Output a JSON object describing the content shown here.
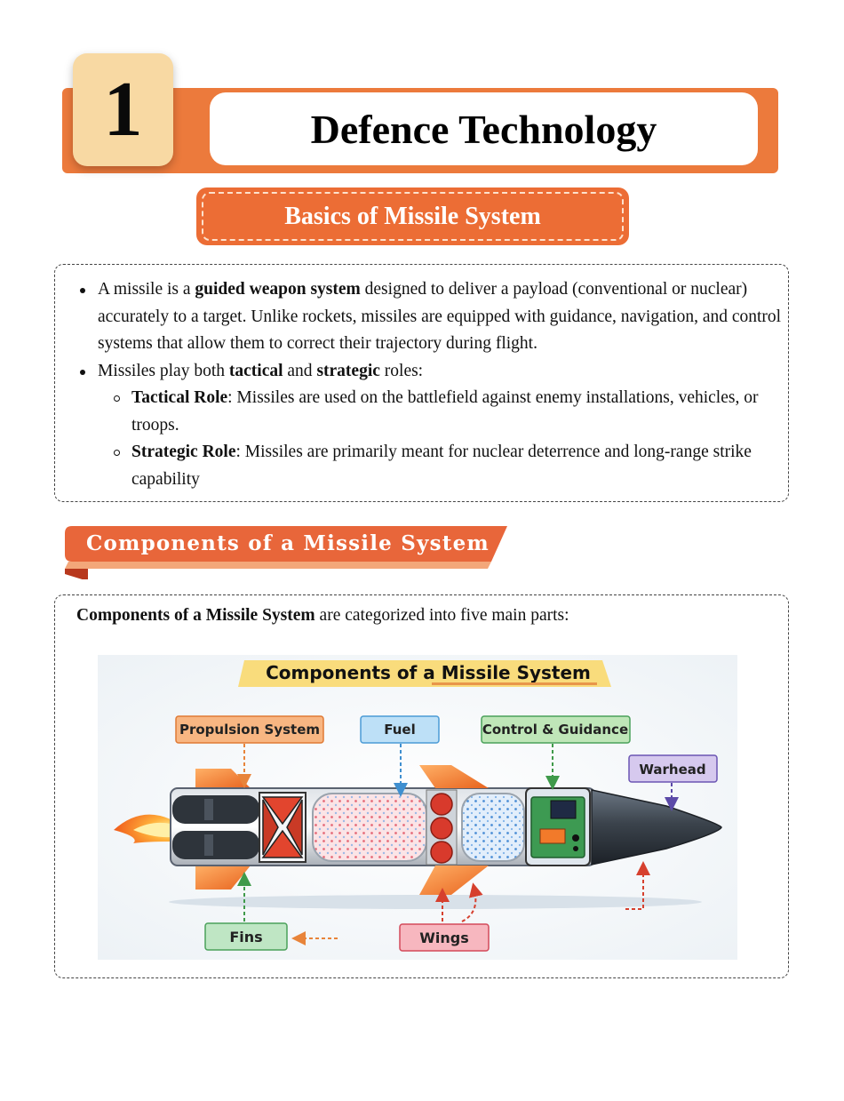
{
  "chapter": {
    "number": "1",
    "title": "Defence Technology"
  },
  "section_basics": {
    "title": "Basics of Missile System",
    "bullets": [
      {
        "parts": [
          {
            "text": "A missile is a ",
            "bold": false
          },
          {
            "text": "guided weapon system",
            "bold": true
          },
          {
            "text": " designed to deliver a payload (conventional or nuclear) accurately to a target. Unlike rockets, missiles are equipped with guidance, navigation, and control systems that allow them to correct their trajectory during flight.",
            "bold": false
          }
        ],
        "sub": []
      },
      {
        "parts": [
          {
            "text": "Missiles play both ",
            "bold": false
          },
          {
            "text": "tactical",
            "bold": true
          },
          {
            "text": " and ",
            "bold": false
          },
          {
            "text": "strategic",
            "bold": true
          },
          {
            "text": " roles:",
            "bold": false
          }
        ],
        "sub": [
          [
            {
              "text": "Tactical Role",
              "bold": true
            },
            {
              "text": ": Missiles are used on the battlefield against enemy installations, vehicles, or troops.",
              "bold": false
            }
          ],
          [
            {
              "text": "Strategic Role",
              "bold": true
            },
            {
              "text": ": Missiles are primarily meant for nuclear deterrence and long-range strike capability",
              "bold": false
            }
          ]
        ]
      }
    ]
  },
  "section_components": {
    "title": "Components of a Missile System",
    "intro_bold": "Components of a Missile System",
    "intro_rest": " are categorized into five main parts:",
    "diagram": {
      "title_prefix": "Components of a ",
      "title_highlight": "Missile System",
      "labels": {
        "propulsion": "Propulsion System",
        "fuel": "Fuel",
        "control": "Control & Guidance",
        "warhead": "Warhead",
        "fins": "Fins",
        "wings": "Wings"
      }
    }
  },
  "colors": {
    "orange_band": "#ec7a3c",
    "number_box": "#f8d9a3",
    "ribbon": "#e8663a"
  }
}
